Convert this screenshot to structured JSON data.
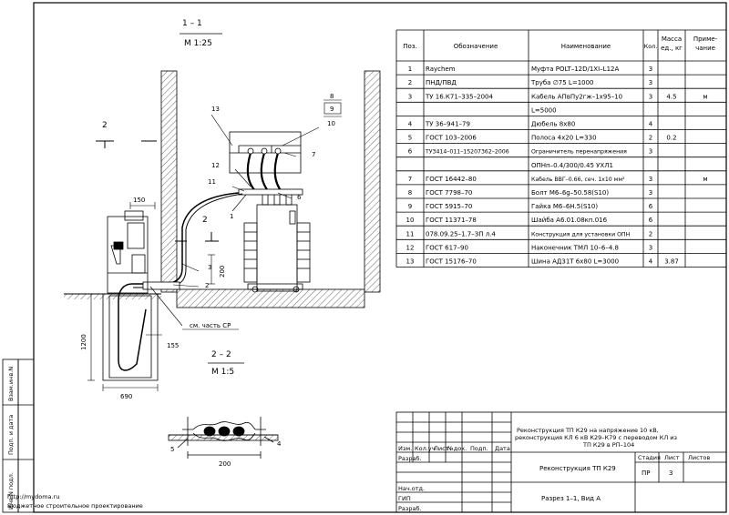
{
  "section_1": {
    "label": "1 – 1",
    "scale": "М 1:25"
  },
  "section_2": {
    "label": "2 – 2",
    "scale": "М 1:5"
  },
  "cut_marks": {
    "mark_2": "2"
  },
  "dimensions": {
    "d150": "150",
    "d200": "200",
    "d1200": "1200",
    "d155": "155",
    "d690": "690",
    "d200b": "200"
  },
  "leaders": {
    "n1": "1",
    "n2": "2",
    "n3": "3",
    "n4": "4",
    "n5": "5",
    "n6": "6",
    "n7": "7",
    "n8": "8",
    "n9": "9",
    "n10": "10",
    "n11": "11",
    "n12": "12",
    "n13": "13",
    "cp_note": "см. часть СР"
  },
  "spec_table": {
    "headers": {
      "pos": "Поз.",
      "designation": "Обозначение",
      "name": "Наименование",
      "qty": "Кол.",
      "mass": "Масса ед., кг",
      "note": "Приме- чание"
    },
    "rows": [
      {
        "pos": "1",
        "designation": "Raychem",
        "name": "Муфта POLT–12D/1XI–L12A",
        "qty": "3",
        "mass": "",
        "note": ""
      },
      {
        "pos": "2",
        "designation": "ПНД/ПВД",
        "name": "Труба ∅75  L=1000",
        "qty": "3",
        "mass": "",
        "note": ""
      },
      {
        "pos": "3",
        "designation": "ТУ 16.К71–335–2004",
        "name": "Кабель АПвПу2гж–1х95–10",
        "qty": "3",
        "mass": "4.5",
        "note": "м"
      },
      {
        "pos": "",
        "designation": "",
        "name": "L=5000",
        "qty": "",
        "mass": "",
        "note": ""
      },
      {
        "pos": "4",
        "designation": "ТУ 36–941–79",
        "name": "Дюбель 8х80",
        "qty": "4",
        "mass": "",
        "note": ""
      },
      {
        "pos": "5",
        "designation": "ГОСТ 103–2006",
        "name": "Полоса 4х20  L=330",
        "qty": "2",
        "mass": "0.2",
        "note": ""
      },
      {
        "pos": "6",
        "designation": "ТУ3414–011–15207362–2006",
        "name": "Ограничитель перенапряжения",
        "qty": "3",
        "mass": "",
        "note": ""
      },
      {
        "pos": "",
        "designation": "",
        "name": "ОПНп–0.4/300/0.45 УХЛ1",
        "qty": "",
        "mass": "",
        "note": ""
      },
      {
        "pos": "7",
        "designation": "ГОСТ 16442–80",
        "name": "Кабель  ВВГ–0.66, сеч. 1х10 мм²",
        "qty": "3",
        "mass": "",
        "note": "м"
      },
      {
        "pos": "8",
        "designation": "ГОСТ 7798–70",
        "name": "Болт  М6–6g–50.58(S10)",
        "qty": "3",
        "mass": "",
        "note": ""
      },
      {
        "pos": "9",
        "designation": "ГОСТ 5915–70",
        "name": "Гайка  М6–6Н.5(S10)",
        "qty": "6",
        "mass": "",
        "note": ""
      },
      {
        "pos": "10",
        "designation": "ГОСТ 11371–78",
        "name": "Шайба А6.01.08кп.016",
        "qty": "6",
        "mass": "",
        "note": ""
      },
      {
        "pos": "11",
        "designation": "078.09.25–1.7–ЗП л.4",
        "name": "Конструкция для установки ОПН",
        "qty": "2",
        "mass": "",
        "note": ""
      },
      {
        "pos": "12",
        "designation": "ГОСТ 617–90",
        "name": "Наконечник ТМЛ 10–6–4.8",
        "qty": "3",
        "mass": "",
        "note": ""
      },
      {
        "pos": "13",
        "designation": "ГОСТ 15176–70",
        "name": "Шина АД31Т 6х80 L=3000",
        "qty": "4",
        "mass": "3.87",
        "note": ""
      }
    ]
  },
  "title_block": {
    "project": "Реконструкция ТП К29 на напряжение 10 кВ, реконструкция КЛ 6 кВ К29–К79 с переводом КЛ из ТП К29 в РП–104",
    "project_l1": "Реконструкция ТП К29 на напряжение 10 кВ,",
    "project_l2": "реконструкция КЛ 6 кВ К29–К79 с переводом КЛ из",
    "project_l3": "ТП К29 в РП–104",
    "sheet_title": "Реконструкция ТП К29",
    "drawing_title": "Разрез 1–1, Вид А",
    "change_headers": [
      "Изм.",
      "Кол.уч",
      "Лист",
      "№док.",
      "Подп.",
      "Дата"
    ],
    "roles": [
      "Разраб.",
      "Нач.отд.",
      "ГИП",
      "Разраб."
    ],
    "stage_header": "Стадия",
    "sheet_header": "Лист",
    "sheets_header": "Листов",
    "stage": "ПР",
    "sheet": "3",
    "sheets": ""
  },
  "side_stamps": [
    "Взам.инв.N",
    "Подп. и дата",
    "Инв.N подл."
  ],
  "watermark": {
    "url": "http://mydoma.ru",
    "caption": "Бюджетное строительное проектирование"
  }
}
